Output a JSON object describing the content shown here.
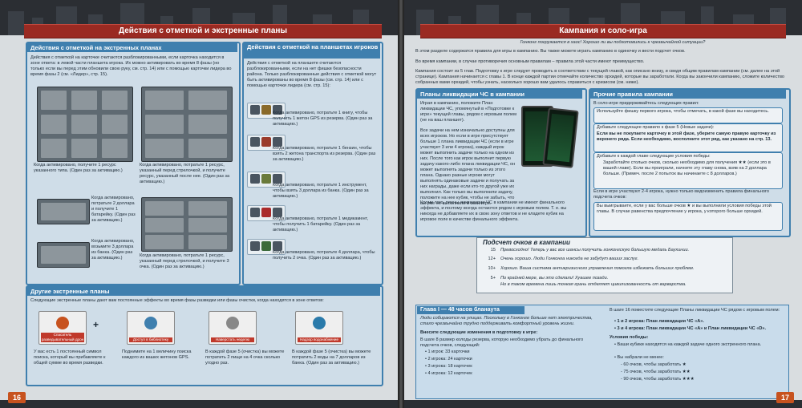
{
  "left": {
    "header": "Действия с отметкой и экстренные планы",
    "box1_title": "Действия с отметкой на экстренных планах",
    "box1_intro": "Действия с отметкой на карточке считаются разблокированными, если карточка находится в зоне ответа: в левой части планшета игрока. Их можно активировать во время 8 фазы (но только если вы перед этим обновили свою руку, см. стр. 14) или с помощью карточки лидера во время фазы 2 (см. «Лидер», стр. 15).",
    "cap1": "Когда активировано, получите 1 ресурс указанного типа. (Один раз за активацию.)",
    "cap2": "Когда активировано, потратьте 1 ресурс, указанный перед стрелочкой, и получите ресурс, указанный после нее. (Один раз за активацию.)",
    "cap3": "Когда активировано, потратьте 2 доллара и получите 1 батарейку. (Один раз за активацию.)",
    "cap4": "Когда активировано, возьмите 3 доллара из банка. (Один раз за активацию.)",
    "cap5": "Когда активировано, потратьте 1 ресурс, указанный перед стрелочкой, и получите 3 очка. (Один раз за активацию.)",
    "box2_title": "Действия с отметкой на планшетах игроков",
    "box2_intro": "Действия с отметкой на планшете считаются разблокированными, если на нет фишки безопасности района. Только разблокированные действия с отметкой могут быть активированы во время 8 фазы (см. стр. 14) или с помощью карточки лидера (см. стр. 15):",
    "p1": "Когда активировано, потратьте 1 книгу, чтобы получить 1 жетон GPS из резерва. (Один раз за активацию.)",
    "p2": "Когда активировано, потратьте 1 бензин, чтобы взять 2 жетона транспорта из резерва. (Один раз за активацию.)",
    "p3": "Когда активировано, потратьте 1 инструмент, чтобы взять 3 доллара из банка. (Один раз за активацию.)",
    "p4": "Когда активировано, потратьте 1 медикамент, чтобы получить 1 батарейку. (Один раз за активацию.)",
    "p5": "Когда активировано, потратьте 4 доллара, чтобы получить 2 очка. (Один раз за активацию.)",
    "other_title": "Другие экстренные планы",
    "other_intro": "Следующие экстренные планы дают вам постоянные эффекты во время фазы разведки или фазы очистки, когда находятся в зоне ответов:",
    "t1": "Спасатель разведывательный дрон",
    "t2": "Доступ в библиотеку",
    "t3": "Наверстать неделю",
    "t4": "Надзор водонабжение",
    "o1": "У вас есть 1 постоянный символ поиска, который вы прибавляете к общей сумме во время разведки.",
    "o2": "Поднимите на 1 величину поиска каждого из ваших жетонов GPS.",
    "o3": "В каждой фазе 5 (очистка) вы можете потратить 2 пищи на 4 очка сколько угодно раз.",
    "o4": "В каждой фазе 5 (очистка) вы можете потратить 2 воды на 7 долларов из банка. (Один раз за активацию.)",
    "pagenum": "16"
  },
  "right": {
    "header": "Кампания и соло-игра",
    "tagline": "Гонконг погружается в хаос! Хорошо ли вы подготовились к чрезвычайной ситуации?",
    "intro1": "В этом разделе содержатся правила для игры в кампанию. Вы также можете играть кампанию в одиночку и вести подсчет очков.",
    "intro2": "Во время кампании, в случае противоречия основным правилам – правила этой части имеют преимущество.",
    "intro3": "Кампания состоит из 5 глав. Подготовку к игре следует проводить в соответствии с текущей главой, как описано внизу, и сведя общим правилам кампании (см. далее на этой странице). Кампания начинается с главы 1. В конце каждой партии отмечайте количество орхидей, которые вы заработали. Когда вы закончили кампанию, сложите количество собранных вами орхидей, чтобы узнать, насколько хорошо вам удалось справиться с кризисом (см. ниже).",
    "plans_title": "Планы ликвидации ЧС в кампании",
    "plans_text1": "Играя в кампанию, положите План ликвидации ЧС, упомянутый в «Подготовке к игре» текущей главы, рядом с игровым полем (не на ваш планшет).",
    "plans_text2": "Все задачи на нем изначально доступны для всех игроков. Но если в игре присутствует больше 1 плана ликвидации ЧС (если в игре участвует 3 или 4 игрока), каждый игрок может выполнить задачи только на одном из них. После того как игрок выполнит первую задачу какого-либо плана ликвидации ЧС, он может выполнять задачи только из этого плана. Однако разные игроки могут выполнять одинаковые задачи и получать за них награды, даже если кто-то другой уже их выполнил. Как только вы выполнили задачу, положите на нее кубик, чтобы не забыть, что вы уже ее выполнили в этой игре.",
    "plans_text3": "Кроме того, планы ликвидации ЧС в кампании не имеют финального эффекта, и поэтому всегда остаются рядом с игровым полем. Т. е. вы никогда не добавляете их в свою зону ответов и не кладете кубик на игровое поле в качестве финального эффекта.",
    "solo_title": "Прочие правила кампании",
    "solo_text1": "В соло-игре придерживайтесь следующих правил:",
    "solo_text2": "Используйте фишку первого игрока, чтобы отмечать, в какой фазе вы находитесь.",
    "solo_text3": "Добавьте следующее правило к фазе 5 (Новые задачи):",
    "solo_text4": "Если вы не покупаете карточку в этой фазе, уберите самую правую карточку из верхнего ряда. Если необходимо, восполните этот ряд, как указано на стр. 13.",
    "solo_text5": "Добавьте к каждой главе следующие условия победы:",
    "solo_text6": "Заработайте столько очков, сколько необходимо для получения ★★ (если это в вашей главе). Если вы проиграли, начните эту главу снова, взяв на 2 доллара больше. (Примеч. после 2 попыток вы начинаете с 8 долларов.)",
    "solo_text7": "Если в игре участвуют 2-4 игрока, нужно только видоизменить правила финального подсчета очков:",
    "solo_text8": "Вы выигрываете, если у вас больше очков ★ и вы выполнили условия победы этой главы. В случае равенства предпочтение у игрока, у которого больше орхидей.",
    "score_title": "Подсчет очков в кампании",
    "s15": "15",
    "s15t": "Превосходно! Теперь у вас все шансы получить гонконгскую большую медаль Баухинии.",
    "s12": "12+",
    "s12t": "Очень хорошо. Люди Гонконга никогда не забудут ваших заслуг.",
    "s10": "10+",
    "s10t": "Хорошо. Ваша система антикризисного управления помогла избежать больших проблем.",
    "s5": "5+",
    "s5t": "По крайней мере, вы это сделали! Хуашее позади.",
    "s5t2": "Но в таком времена лишь тонкая грань отделяет цивилизованность от варварства.",
    "ch_title": "Глава I — 48 часов бланаута",
    "ch_text1": "Люди собираются на улицах. Поскольку в Гонконге больше нет электричества, стало чрезвычайно трудно поддерживать комфортный уровень жизни.",
    "ch_text2": "В шаге 8 размер колоды резерва, которую необходимо убрать до финального подсчета очков, следующий:",
    "ch_text3": "Внесите следующие изменения в подготовку к игре:",
    "ch_l1": "• 1 игрок: 33 карточки",
    "ch_l2": "• 2 игрока: 24 карточки",
    "ch_l3": "• 3 игрока: 18 карточек",
    "ch_l4": "• 4 игрока: 12 карточек",
    "ch_r1": "В шаге 16 поместите следующие Планы ликвидации ЧС рядом с игровым полем:",
    "ch_r2": "• 1 и 2 игрока: План ликвидации ЧС «А».",
    "ch_r3": "• 3 и 4 игрока: План ликвидации ЧС «А» и План ликвидации ЧС «D».",
    "ch_r4": "Условия победы:",
    "ch_r5": "• Ваши кубики находятся на каждой задаче одного экстренного плана.",
    "ch_r6": "• Вы набрали не менее:",
    "ch_r7": "- 60 очков, чтобы заработать ★",
    "ch_r8": "- 75 очков, чтобы заработать ★★",
    "ch_r9": "- 90 очков, чтобы заработать ★★★",
    "pagenum": "17"
  },
  "colors": {
    "accent_blue": "#3f7fae",
    "header_red": "#9a2a22",
    "pagenum_orange": "#c7521e"
  }
}
